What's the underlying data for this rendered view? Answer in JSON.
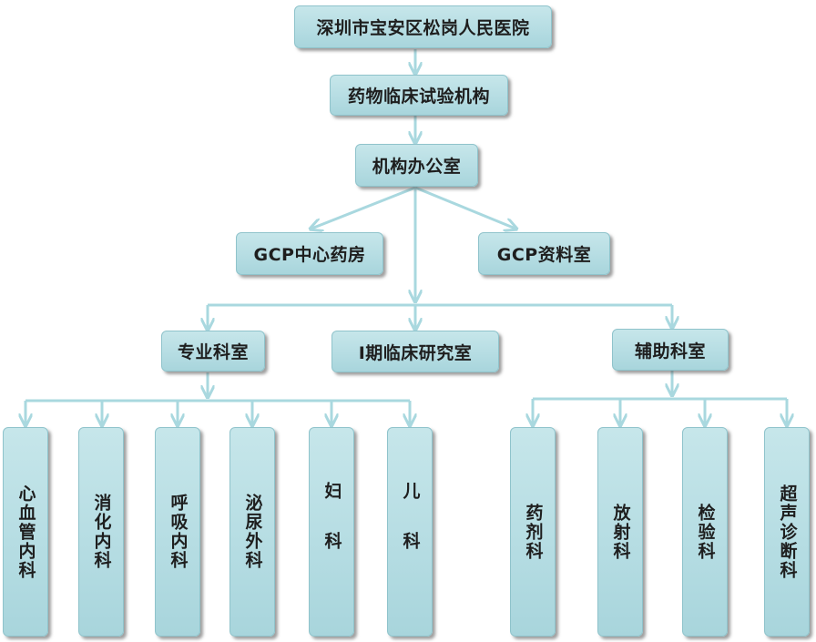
{
  "title": "深圳市宝安区松岗人民医院",
  "levels": {
    "institution": "药物临床试验机构",
    "office": "机构办公室"
  },
  "gcp_units": {
    "pharmacy": "GCP中心药房",
    "archive": "GCP资料室"
  },
  "departments": {
    "specialty": "专业科室",
    "phase1": "Ⅰ期临床研究室",
    "auxiliary": "辅助科室"
  },
  "specialty_children": [
    "心血管内科",
    "消化内科",
    "呼吸内科",
    "泌尿外科",
    "妇科",
    "儿科"
  ],
  "auxiliary_children": [
    "药剂科",
    "放射科",
    "检验科",
    "超声诊断科"
  ],
  "colors": {
    "box_fill": "#b6dde3",
    "box_border": "#8fc3cb",
    "connector": "#a9d8df"
  }
}
